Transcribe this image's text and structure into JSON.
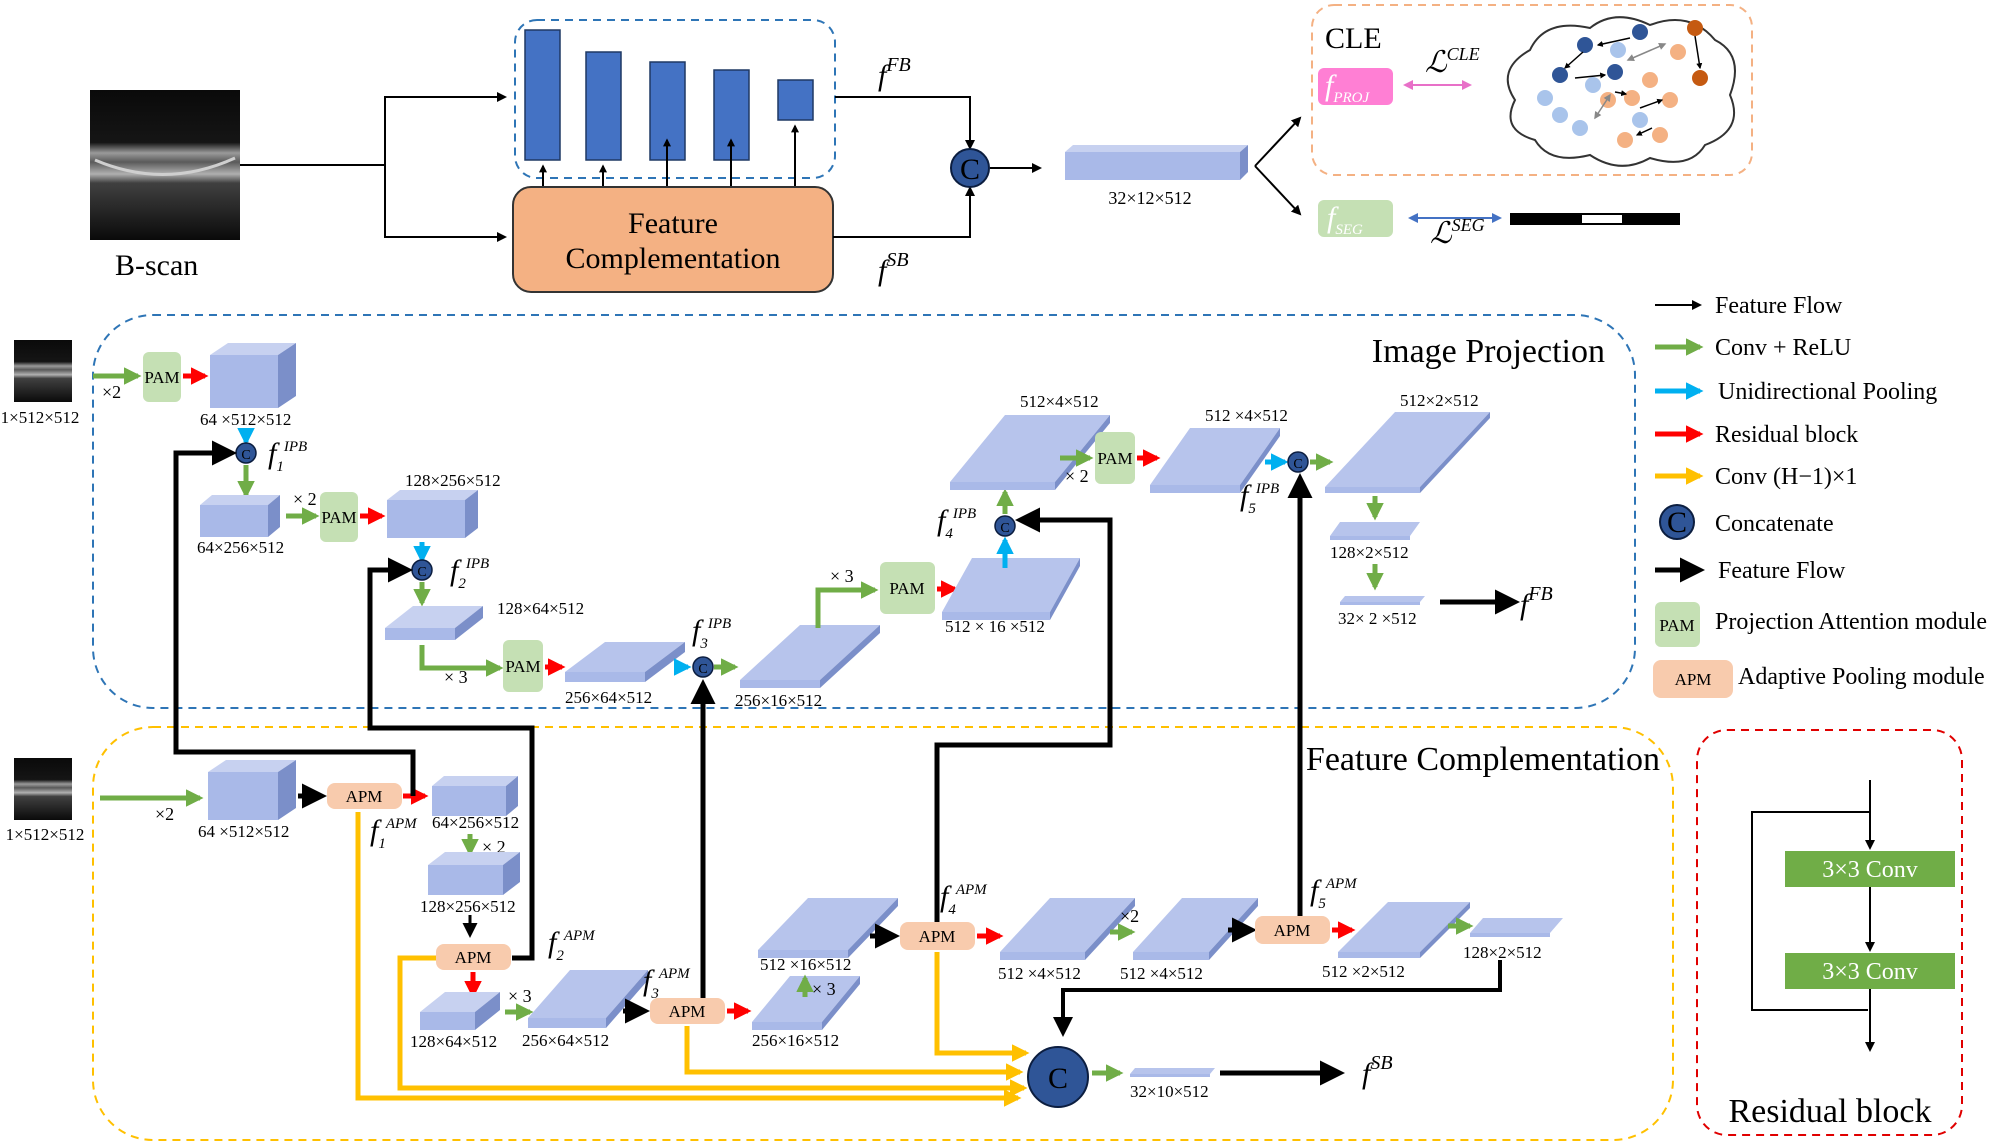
{
  "top": {
    "input_label": "B-scan",
    "fc_label_line1": "Feature",
    "fc_label_line2": "Complementation",
    "f_fb": "f",
    "f_fb_sup": "FB",
    "f_sb": "f",
    "f_sb_sup": "SB",
    "concat_symbol": "C",
    "fused_dim": "32×12×512",
    "cle_title": "CLE",
    "fproj": "f",
    "fproj_sub": "PROJ",
    "loss_cle": "ℒ",
    "loss_cle_sup": "CLE",
    "fseg": "f",
    "fseg_sub": "SEG",
    "loss_seg": "ℒ",
    "loss_seg_sup": "SEG"
  },
  "ip": {
    "title": "Image Projection",
    "input_dim": "1×512×512",
    "x2a": "×2",
    "pam": "PAM",
    "d1": "64 ×512×512",
    "f1": "f",
    "f1_sub": "1",
    "f1_sup": "IPB",
    "x2b": "× 2",
    "d2a": "64×256×512",
    "d2b": "128×256×512",
    "f2": "f",
    "f2_sub": "2",
    "f2_sup": "IPB",
    "d3a": "128×64×512",
    "x3a": "× 3",
    "d3b": "256×64×512",
    "f3": "f",
    "f3_sub": "3",
    "f3_sup": "IPB",
    "d3c": "256×16×512",
    "x3b": "× 3",
    "d4a": "512 × 16 ×512",
    "f4": "f",
    "f4_sub": "4",
    "f4_sup": "IPB",
    "d4b": "512×4×512",
    "x2c": "× 2",
    "d5a": "512 ×4×512",
    "f5": "f",
    "f5_sub": "5",
    "f5_sup": "IPB",
    "d5b": "512×2×512",
    "d6": "128×2×512",
    "d7": "32× 2 ×512",
    "out": "f",
    "out_sup": "FB"
  },
  "fc": {
    "title": "Feature Complementation",
    "input_dim": "1×512×512",
    "x2a": "×2",
    "apm": "APM",
    "d1": "64 ×512×512",
    "f1": "f",
    "f1_sub": "1",
    "f1_sup": "APM",
    "d2": "64×256×512",
    "x2b": "× 2",
    "d2b": "128×256×512",
    "f2": "f",
    "f2_sub": "2",
    "f2_sup": "APM",
    "d3a": "128×64×512",
    "x3a": "× 3",
    "d3b": "256×64×512",
    "f3": "f",
    "f3_sub": "3",
    "f3_sup": "APM",
    "d3c": "512 ×16×512",
    "x3b": "× 3",
    "d3d": "256×16×512",
    "f4": "f",
    "f4_sub": "4",
    "f4_sup": "APM",
    "d4a": "512 ×4×512",
    "x2c": "×2",
    "d4b": "512 ×4×512",
    "f5": "f",
    "f5_sub": "5",
    "f5_sup": "APM",
    "d5a": "512 ×2×512",
    "d5b": "128×2×512",
    "concat_symbol": "C",
    "d6": "32×10×512",
    "out": "f",
    "out_sup": "SB"
  },
  "legend": {
    "feature_flow_thin": "Feature Flow",
    "conv_relu": "Conv + ReLU",
    "uni_pool": "Unidirectional Pooling",
    "residual": "Residual block",
    "conv_h": "Conv (H−1)×1",
    "concat_symbol": "C",
    "concatenate": "Concatenate",
    "feature_flow_thick": "Feature Flow",
    "pam": "PAM",
    "pam_label": "Projection Attention module",
    "apm": "APM",
    "apm_label": "Adaptive Pooling module"
  },
  "residual_block": {
    "title": "Residual block",
    "conv1": "3×3 Conv",
    "conv2": "3×3 Conv"
  },
  "colors": {
    "blue_block": "#4472c4",
    "peach": "#f4b183",
    "lavender": "#a9b9e8",
    "green": "#70ad47",
    "cyan": "#00b0f0",
    "red": "#ff0000",
    "yellow": "#ffc000",
    "pink": "#ff99cc",
    "light_green": "#c5e0b4"
  }
}
